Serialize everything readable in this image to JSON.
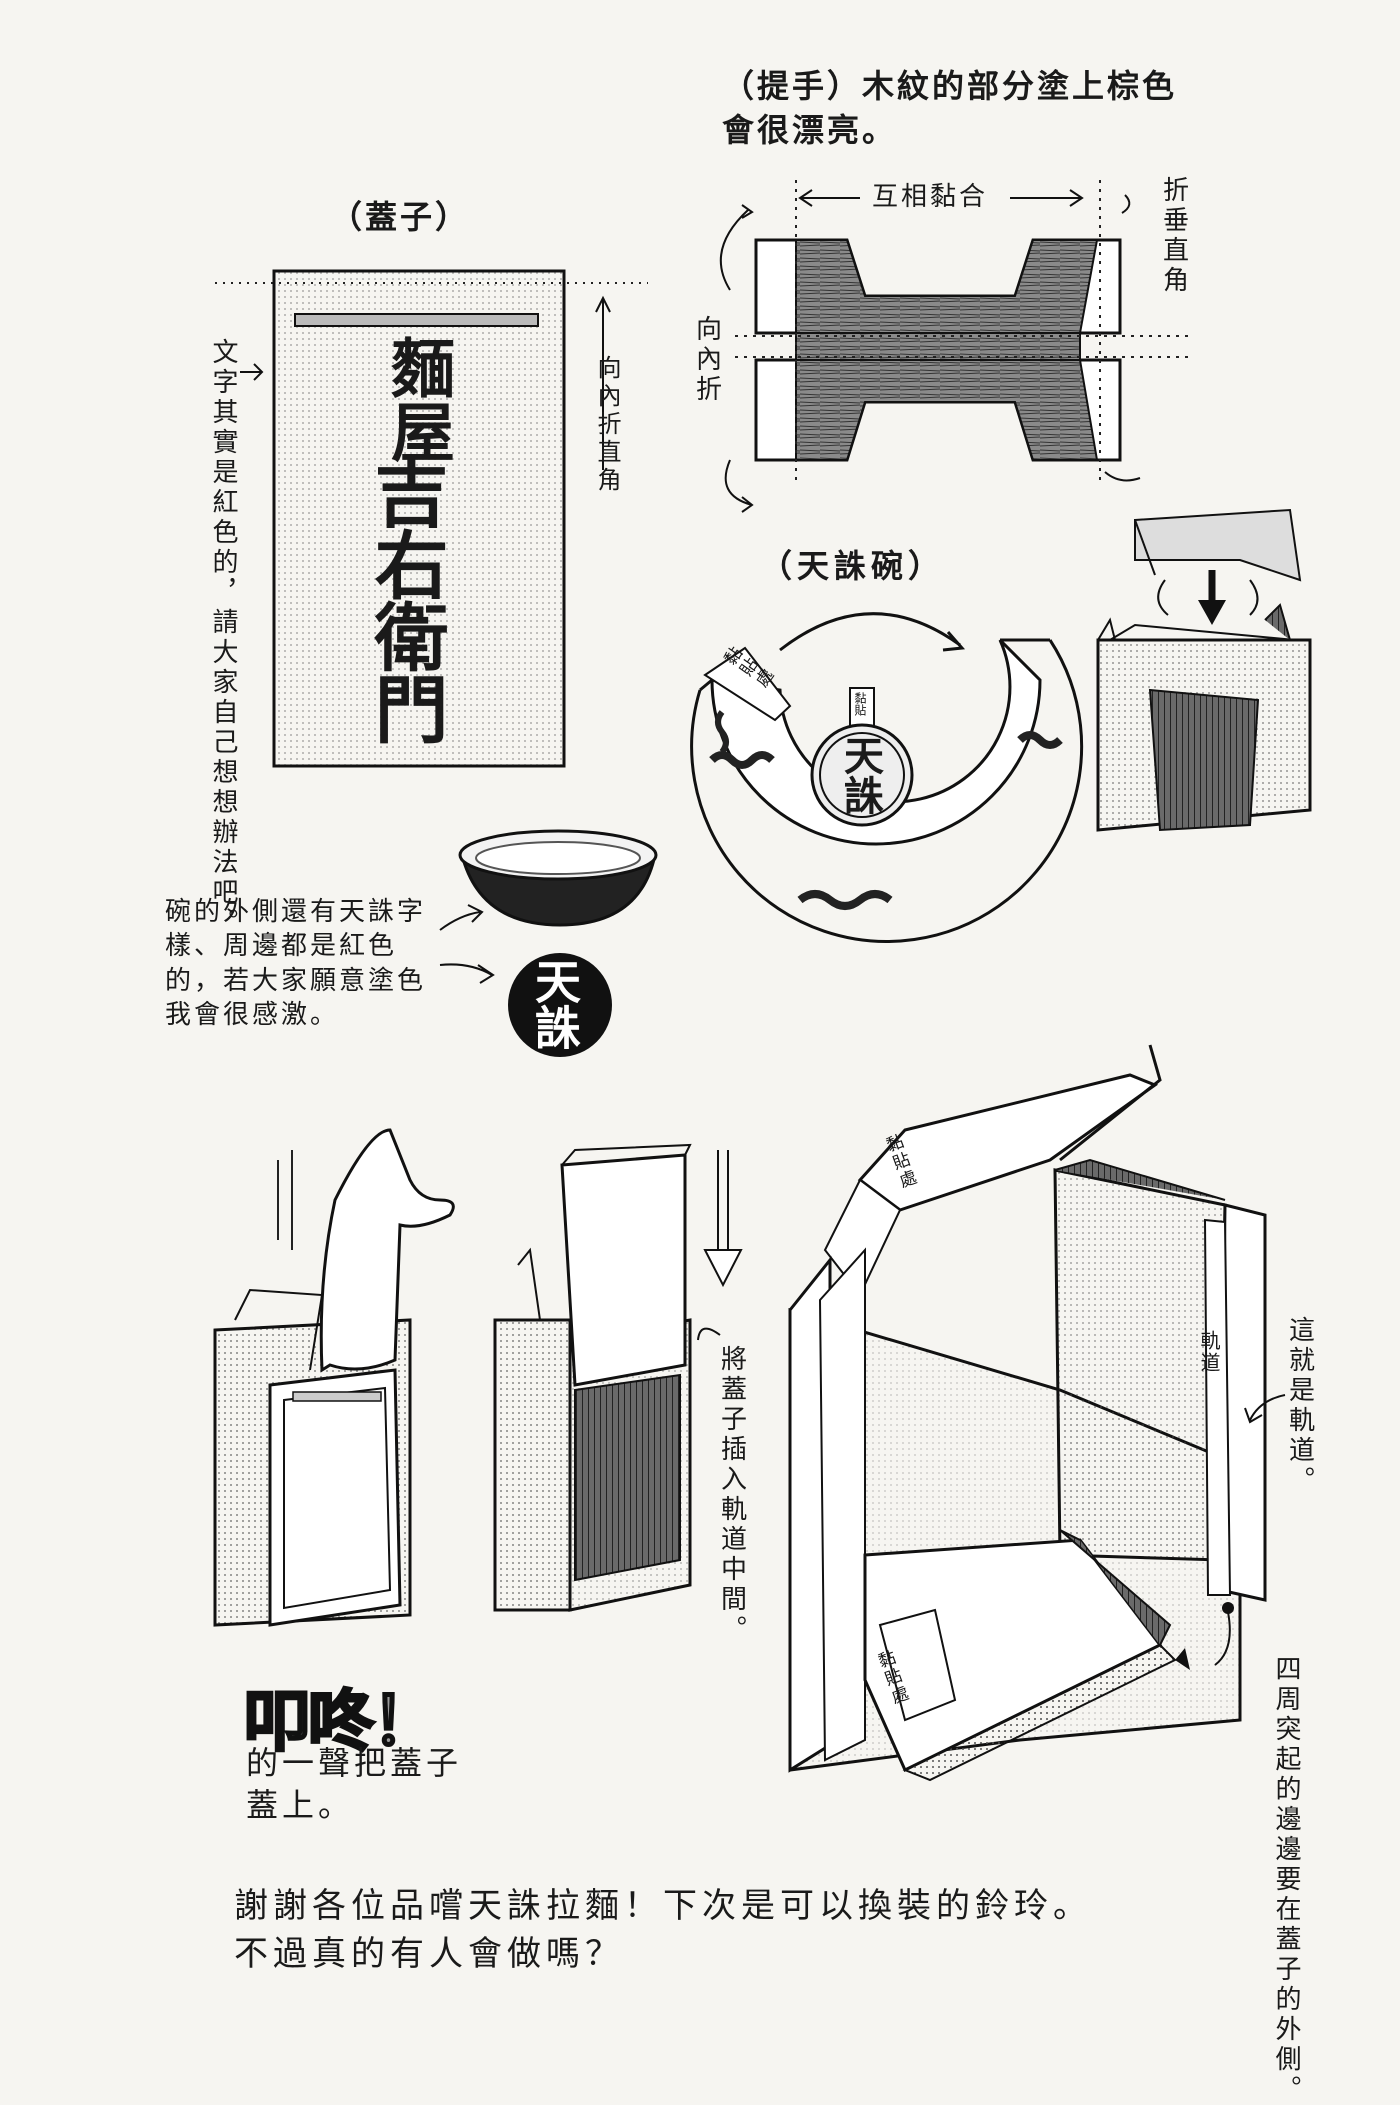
{
  "handle": {
    "title_line1": "（提手）木紋的部分塗上棕色",
    "title_line2": "會很漂亮。",
    "glue_together": "互相黏合",
    "fold_vertical": "折垂直角",
    "fold_inward": "向內折"
  },
  "lid": {
    "title": "（蓋子）",
    "sign_line1": "麵屋",
    "sign_line2": "吉右衛門",
    "fold_inward_right_angle": "向內折直角",
    "note": "文字其實是紅色的，請大家自己想想辦法吧。"
  },
  "bowl": {
    "title": "（天誅碗）",
    "glue_spot": "黏貼處",
    "glue_tab": "黏貼",
    "emblem": "天誅",
    "note": "碗的外側還有天誅字樣、周邊都是紅色的，若大家願意塗色我會很感激。"
  },
  "assembly": {
    "insert_note": "將蓋子插入軌道中間。",
    "rail_label": "軌道",
    "rail_note": "這就是軌道。",
    "edge_note": "四周突起的邊邊要在蓋子的外側。",
    "glue_spot": "黏貼處",
    "sfx": "叩咚！",
    "sfx_caption": "的一聲把蓋子蓋上。"
  },
  "footer": {
    "line1": "謝謝各位品嚐天誅拉麵！下次是可以換裝的鈴玲。",
    "line2": "不過真的有人會做嗎？"
  },
  "colors": {
    "ink": "#1a1a1a",
    "paper": "#f6f5f1",
    "screen": "#9a9a9a"
  }
}
